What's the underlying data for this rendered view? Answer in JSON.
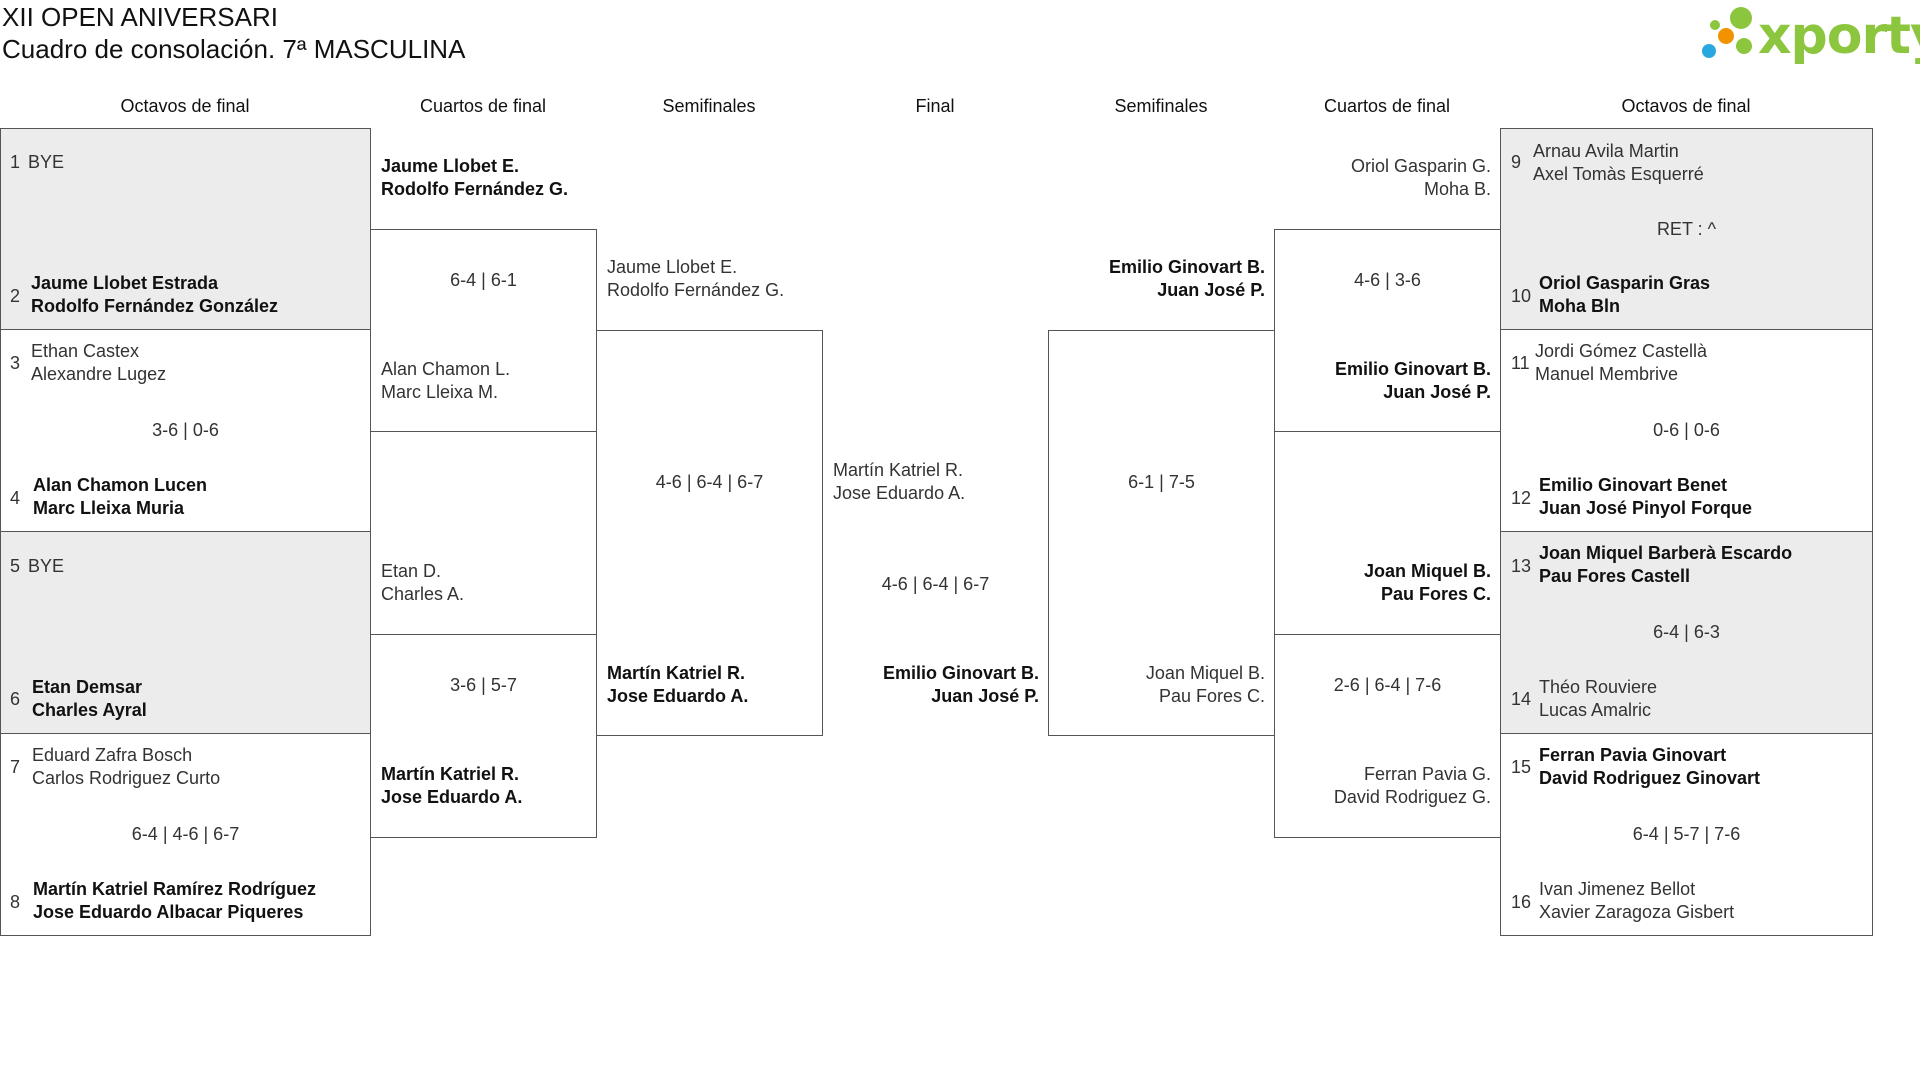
{
  "header": {
    "title": "XII OPEN ANIVERSARI",
    "subtitle": "Cuadro de consolación. 7ª MASCULINA",
    "logo_text": "xporty"
  },
  "columns": {
    "left_r16": "Octavos de final",
    "left_qf": "Cuartos de final",
    "left_sf": "Semifinales",
    "final": "Final",
    "right_sf": "Semifinales",
    "right_qf": "Cuartos de final",
    "right_r16": "Octavos de final"
  },
  "left_r16": [
    {
      "s1": "1",
      "p1a": "BYE",
      "p1b": "",
      "s2": "2",
      "p2a": "Jaume Llobet Estrada",
      "p2b": "Rodolfo Fernández González",
      "score": ""
    },
    {
      "s1": "3",
      "p1a": "Ethan Castex",
      "p1b": "Alexandre Lugez",
      "s2": "4",
      "p2a": "Alan Chamon Lucen",
      "p2b": "Marc Lleixa Muria",
      "score": "3-6 | 0-6"
    },
    {
      "s1": "5",
      "p1a": "BYE",
      "p1b": "",
      "s2": "6",
      "p2a": "Etan Demsar",
      "p2b": "Charles Ayral",
      "score": ""
    },
    {
      "s1": "7",
      "p1a": "Eduard Zafra Bosch",
      "p1b": "Carlos Rodriguez Curto",
      "s2": "8",
      "p2a": "Martín Katriel Ramírez Rodríguez",
      "p2b": "Jose Eduardo Albacar Piqueres",
      "score": "6-4 | 4-6 | 6-7"
    }
  ],
  "left_qf": [
    {
      "p1a": "Jaume Llobet E.",
      "p1b": "Rodolfo Fernández G.",
      "p2a": "Alan Chamon L.",
      "p2b": "Marc Lleixa M.",
      "score": "6-4 | 6-1"
    },
    {
      "p1a": "Etan D.",
      "p1b": "Charles A.",
      "p2a": "Martín Katriel R.",
      "p2b": "Jose Eduardo A.",
      "score": "3-6 | 5-7"
    }
  ],
  "left_sf": {
    "p1a": "Jaume Llobet E.",
    "p1b": "Rodolfo Fernández G.",
    "p2a": "Martín Katriel R.",
    "p2b": "Jose Eduardo A.",
    "score": "4-6 | 6-4 | 6-7"
  },
  "final": {
    "p1a": "Martín Katriel R.",
    "p1b": "Jose Eduardo A.",
    "p2a": "Emilio Ginovart B.",
    "p2b": "Juan José P.",
    "score": "4-6 | 6-4 | 6-7"
  },
  "right_sf": {
    "p1a": "Emilio Ginovart B.",
    "p1b": "Juan José P.",
    "p2a": "Joan Miquel B.",
    "p2b": "Pau Fores C.",
    "score": "6-1 | 7-5"
  },
  "right_qf": [
    {
      "p1a": "Oriol Gasparin G.",
      "p1b": "Moha B.",
      "p2a": "Emilio Ginovart B.",
      "p2b": "Juan José P.",
      "score": "4-6 | 3-6"
    },
    {
      "p1a": "Joan Miquel B.",
      "p1b": "Pau Fores C.",
      "p2a": "Ferran Pavia G.",
      "p2b": "David Rodriguez G.",
      "score": "2-6 | 6-4 | 7-6"
    }
  ],
  "right_r16": [
    {
      "s1": "9",
      "p1a": "Arnau Avila Martin",
      "p1b": "Axel Tomàs Esquerré",
      "s2": "10",
      "p2a": "Oriol Gasparin Gras",
      "p2b": "Moha Bln",
      "score": "RET : ^"
    },
    {
      "s1": "11",
      "p1a": "Jordi Gómez Castellà",
      "p1b": "Manuel Membrive",
      "s2": "12",
      "p2a": "Emilio Ginovart Benet",
      "p2b": "Juan José Pinyol Forque",
      "score": "0-6 | 0-6"
    },
    {
      "s1": "13",
      "p1a": "Joan Miquel Barberà Escardo",
      "p1b": "Pau Fores Castell",
      "s2": "14",
      "p2a": "Théo Rouviere",
      "p2b": "Lucas Amalric",
      "score": "6-4 | 6-3"
    },
    {
      "s1": "15",
      "p1a": "Ferran Pavia Ginovart",
      "p1b": "David Rodriguez Ginovart",
      "s2": "16",
      "p2a": "Ivan Jimenez Bellot",
      "p2b": "Xavier Zaragoza Gisbert",
      "score": "6-4 | 5-7 | 7-6"
    }
  ],
  "colors": {
    "logo_green": "#8cc63f",
    "logo_blue": "#29a8e0",
    "logo_orange": "#f39200",
    "box_grey": "#ececec"
  }
}
